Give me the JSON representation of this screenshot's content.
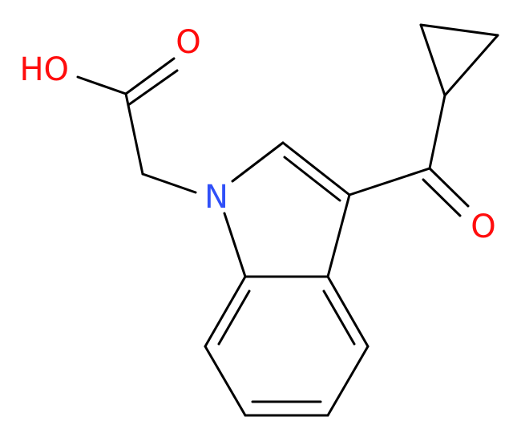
{
  "structure": {
    "atom_labels": {
      "hydroxyl": "HO",
      "acid_carbonyl_oxygen": "O",
      "indole_nitrogen": "N",
      "ketone_oxygen": "O"
    }
  },
  "colors": {
    "bond": "#000000",
    "oxygen": "#ff0d0d",
    "nitrogen": "#3050f8"
  }
}
